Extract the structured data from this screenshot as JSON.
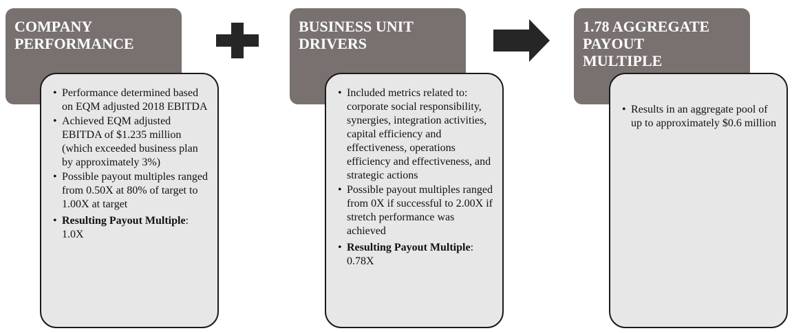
{
  "columns": [
    {
      "header": [
        "COMPANY",
        "PERFORMANCE"
      ],
      "bullets": [
        "Performance determined based on EQM adjusted 2018 EBITDA",
        "Achieved EQM adjusted EBITDA of $1.235 million (which exceeded business plan by approximately 3%)",
        "Possible payout multiples ranged from 0.50X at 80% of target to 1.00X  at target"
      ],
      "result_label": "Resulting Payout Multiple",
      "result_value": ": 1.0X"
    },
    {
      "header": [
        "BUSINESS UNIT",
        "DRIVERS"
      ],
      "bullets": [
        "Included metrics related to: corporate social responsibility, synergies, integration activities, capital efficiency and effectiveness, operations efficiency and effectiveness, and strategic actions",
        "Possible payout multiples ranged from 0X if successful to 2.00X if stretch performance was achieved"
      ],
      "result_label": "Resulting Payout Multiple",
      "result_value": ": 0.78X"
    },
    {
      "header": [
        "1.78 AGGREGATE",
        "PAYOUT",
        "MULTIPLE"
      ],
      "bullets": [
        "Results in an aggregate pool of up to approximately $0.6 million"
      ]
    }
  ],
  "connectors": {
    "first": "plus-icon",
    "second": "right-arrow-icon"
  },
  "colors": {
    "header_fill": "#787170",
    "header_text": "#ffffff",
    "content_fill": "#e8e7e7",
    "content_border": "#1a1a1a",
    "connector_fill": "#262626"
  }
}
